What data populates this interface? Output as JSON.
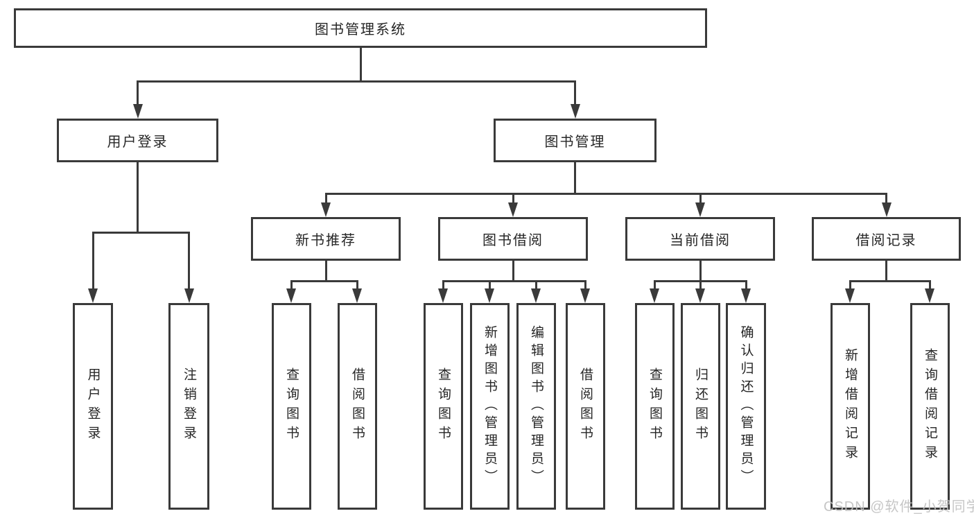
{
  "diagram_type": "hierarchy",
  "nodes": {
    "system": "图书管理系统",
    "user_login": "用户登录",
    "book_management": "图书管理",
    "new_book_recommend": "新书推荐",
    "book_borrow": "图书借阅",
    "current_borrow": "当前借阅",
    "borrow_records": "借阅记录",
    "user_login_leaf": "用户登录",
    "logout_leaf": "注销登录",
    "nb_query_books": "查询图书",
    "nb_borrow_books": "借阅图书",
    "bb_query_books": "查询图书",
    "bb_add_books_admin": "新增图书（管理员）",
    "bb_edit_books_admin": "编辑图书（管理员）",
    "bb_borrow_books": "借阅图书",
    "cb_query_books": "查询图书",
    "cb_return_books": "归还图书",
    "cb_confirm_return_admin": "确认归还（管理员）",
    "br_add_record": "新增借阅记录",
    "br_query_record": "查询借阅记录"
  },
  "hierarchy": {
    "图书管理系统": [
      "用户登录",
      "图书管理"
    ],
    "用户登录": [
      "用户登录",
      "注销登录"
    ],
    "图书管理": [
      "新书推荐",
      "图书借阅",
      "当前借阅",
      "借阅记录"
    ],
    "新书推荐": [
      "查询图书",
      "借阅图书"
    ],
    "图书借阅": [
      "查询图书",
      "新增图书（管理员）",
      "编辑图书（管理员）",
      "借阅图书"
    ],
    "当前借阅": [
      "查询图书",
      "归还图书",
      "确认归还（管理员）"
    ],
    "借阅记录": [
      "新增借阅记录",
      "查询借阅记录"
    ]
  },
  "watermark": "CSDN @软件_小贺同学",
  "colors": {
    "line": "#3a3a3a",
    "text": "#262626",
    "box_background": "#ffffff",
    "page_background": "#ffffff",
    "watermark": "#c2c2c2"
  }
}
